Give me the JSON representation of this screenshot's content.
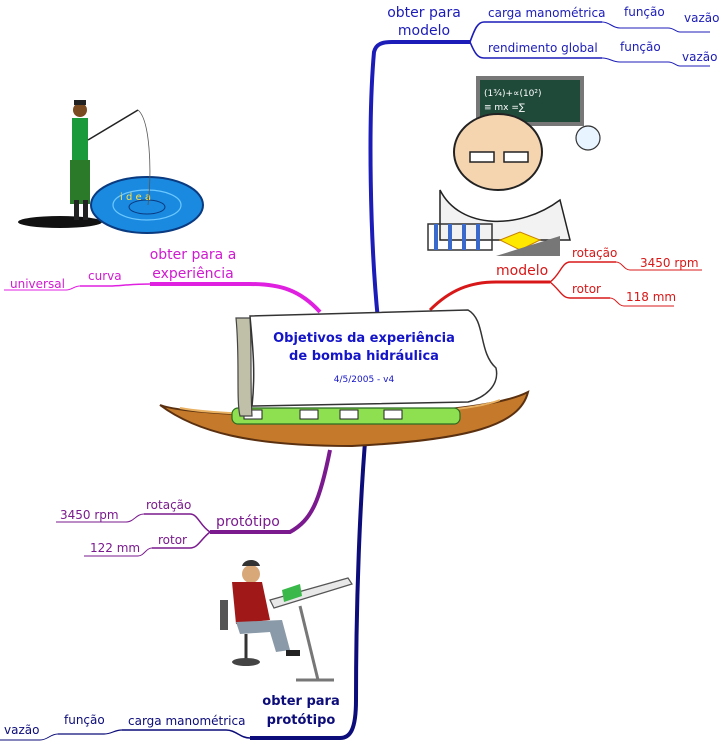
{
  "central": {
    "title_line1": "Objetivos da experiência",
    "title_line2": "de bomba hidráulica",
    "subtitle": "4/5/2005 - v4"
  },
  "branch_modelo_top": {
    "label_line1": "obter para",
    "label_line2": "modelo",
    "items": [
      {
        "label": "carga manométrica",
        "sub": "função",
        "leaf": "vazão"
      },
      {
        "label": "rendimento global",
        "sub": "função",
        "leaf": "vazão"
      }
    ]
  },
  "branch_modelo": {
    "label": "modelo",
    "items": [
      {
        "label": "rotação",
        "value": "3450 rpm"
      },
      {
        "label": "rotor",
        "value": "118 mm"
      }
    ]
  },
  "branch_experiencia": {
    "label_line1": "obter para a",
    "label_line2": "experiência",
    "sub": "curva",
    "leaf": "universal"
  },
  "branch_prototipo": {
    "label": "protótipo",
    "items": [
      {
        "label": "rotação",
        "value": "3450 rpm"
      },
      {
        "label": "rotor",
        "value": "122 mm"
      }
    ]
  },
  "branch_prototipo_bottom": {
    "label_line1": "obter para",
    "label_line2": "protótipo",
    "sub": "carga manométrica",
    "sub2": "função",
    "leaf": "vazão"
  },
  "colors": {
    "blue": "#1c1cb8",
    "navy": "#0c0c7a",
    "red": "#d81818",
    "magenta": "#e020e0",
    "purple": "#7a1a8e"
  },
  "icons": [
    "fisherman-icon",
    "scientist-icon",
    "draftsman-icon",
    "boat-icon"
  ]
}
